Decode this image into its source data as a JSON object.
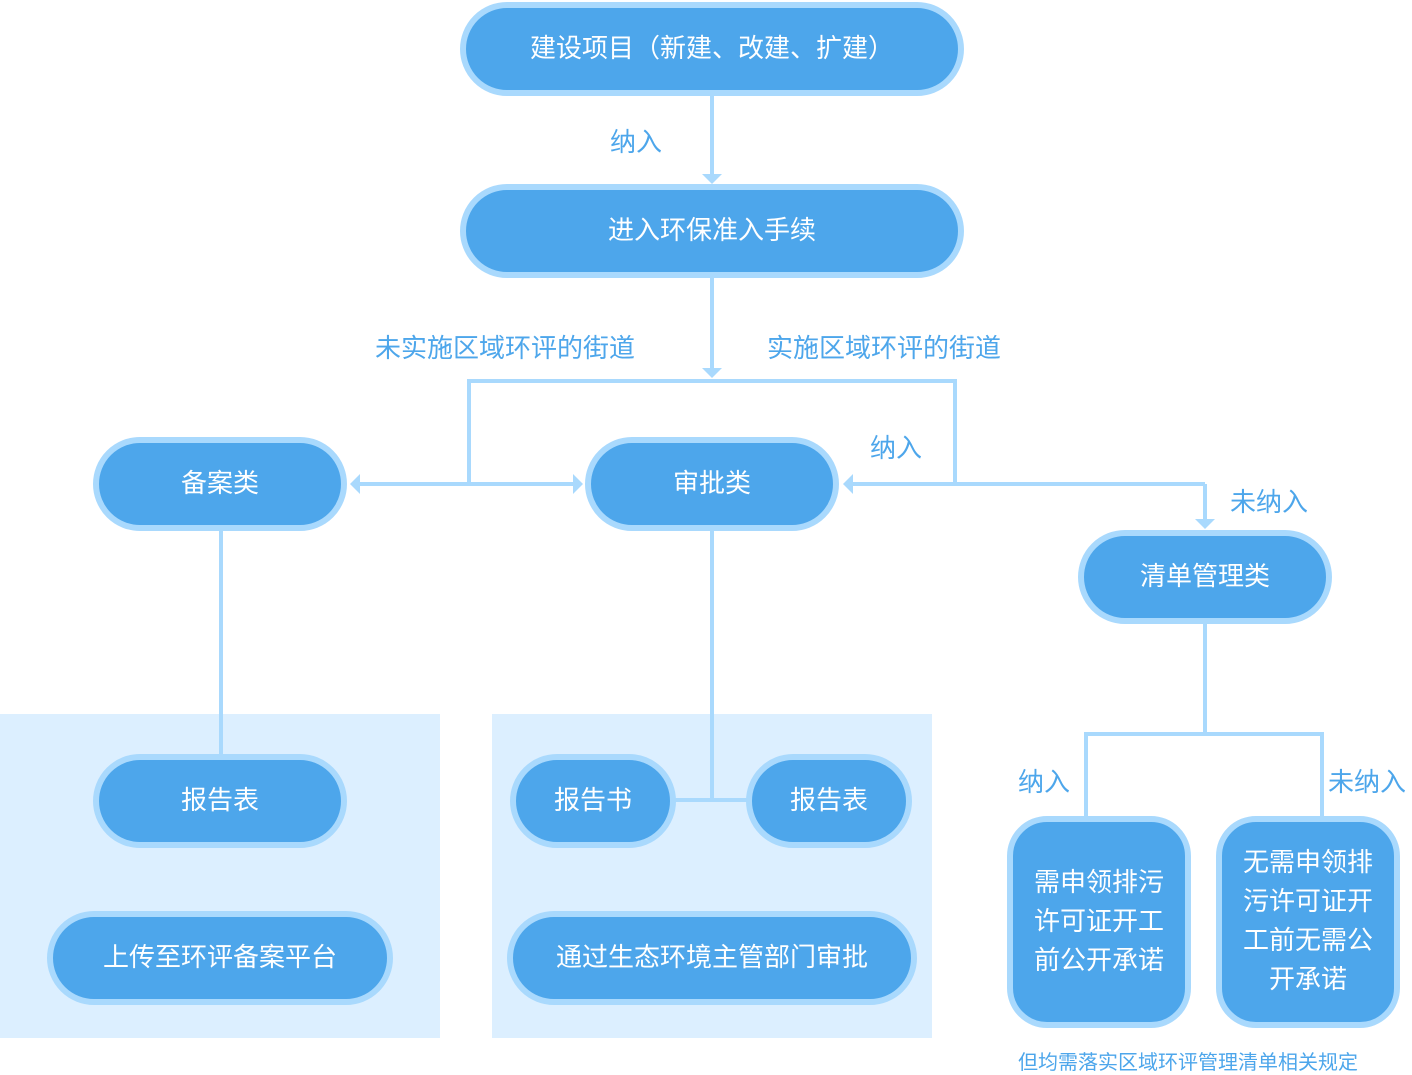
{
  "nodes": {
    "construction_project": "建设项目（新建、改建、扩建）",
    "env_access": "进入环保准入手续",
    "filing_class": "备案类",
    "approval_class": "审批类",
    "list_mgmt_class": "清单管理类",
    "filing_report_form": "报告表",
    "filing_upload": "上传至环评备案平台",
    "approval_report_book": "报告书",
    "approval_report_form": "报告表",
    "approval_pass": "通过生态环境主管部门审批",
    "list_included": "需申领排污许可证开工前公开承诺",
    "list_not_included": "无需申领排污许可证开工前无需公开承诺"
  },
  "edge_labels": {
    "included_top": "纳入",
    "no_regional_eia": "未实施区域环评的街道",
    "with_regional_eia": "实施区域环评的街道",
    "included_approval": "纳入",
    "not_included_list": "未纳入",
    "included_list_left": "纳入",
    "not_included_list_right": "未纳入"
  },
  "footnote": "但均需落实区域环评管理清单相关规定",
  "colors": {
    "node_fill": "#4da6eb",
    "node_border": "#a9d9fd",
    "connector": "#a9d9fd",
    "panel": "#dcefff",
    "label_text": "#4da6eb"
  }
}
